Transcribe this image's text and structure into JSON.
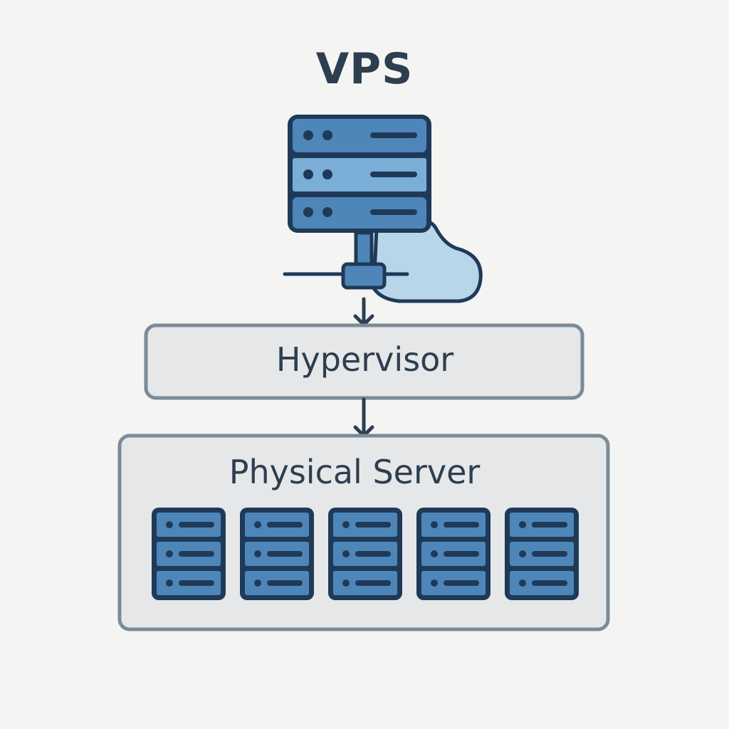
{
  "diagram": {
    "title": "VPS",
    "layers": [
      {
        "id": "vps",
        "label": "VPS",
        "icon": "server-rack-icon"
      },
      {
        "id": "hypervisor",
        "label": "Hypervisor"
      },
      {
        "id": "physical",
        "label": "Physical Server",
        "server_count": 5
      }
    ],
    "connections": [
      {
        "from": "vps",
        "to": "hypervisor",
        "type": "arrow-down"
      },
      {
        "from": "hypervisor",
        "to": "physical",
        "type": "arrow-down"
      }
    ],
    "icons": {
      "vps_server": "server-rack-icon",
      "cloud": "cloud-icon",
      "network": "network-connector-icon",
      "physical_units": "server-unit-icon"
    },
    "colors": {
      "background": "#f4f4f2",
      "outline": "#1f3a58",
      "server_fill": "#4f86b9",
      "server_fill_light": "#7aaed6",
      "cloud_fill": "#b9d5ea",
      "box_fill": "#e6e7e8",
      "box_border": "#7a8b99",
      "text": "#2d3e50"
    }
  }
}
